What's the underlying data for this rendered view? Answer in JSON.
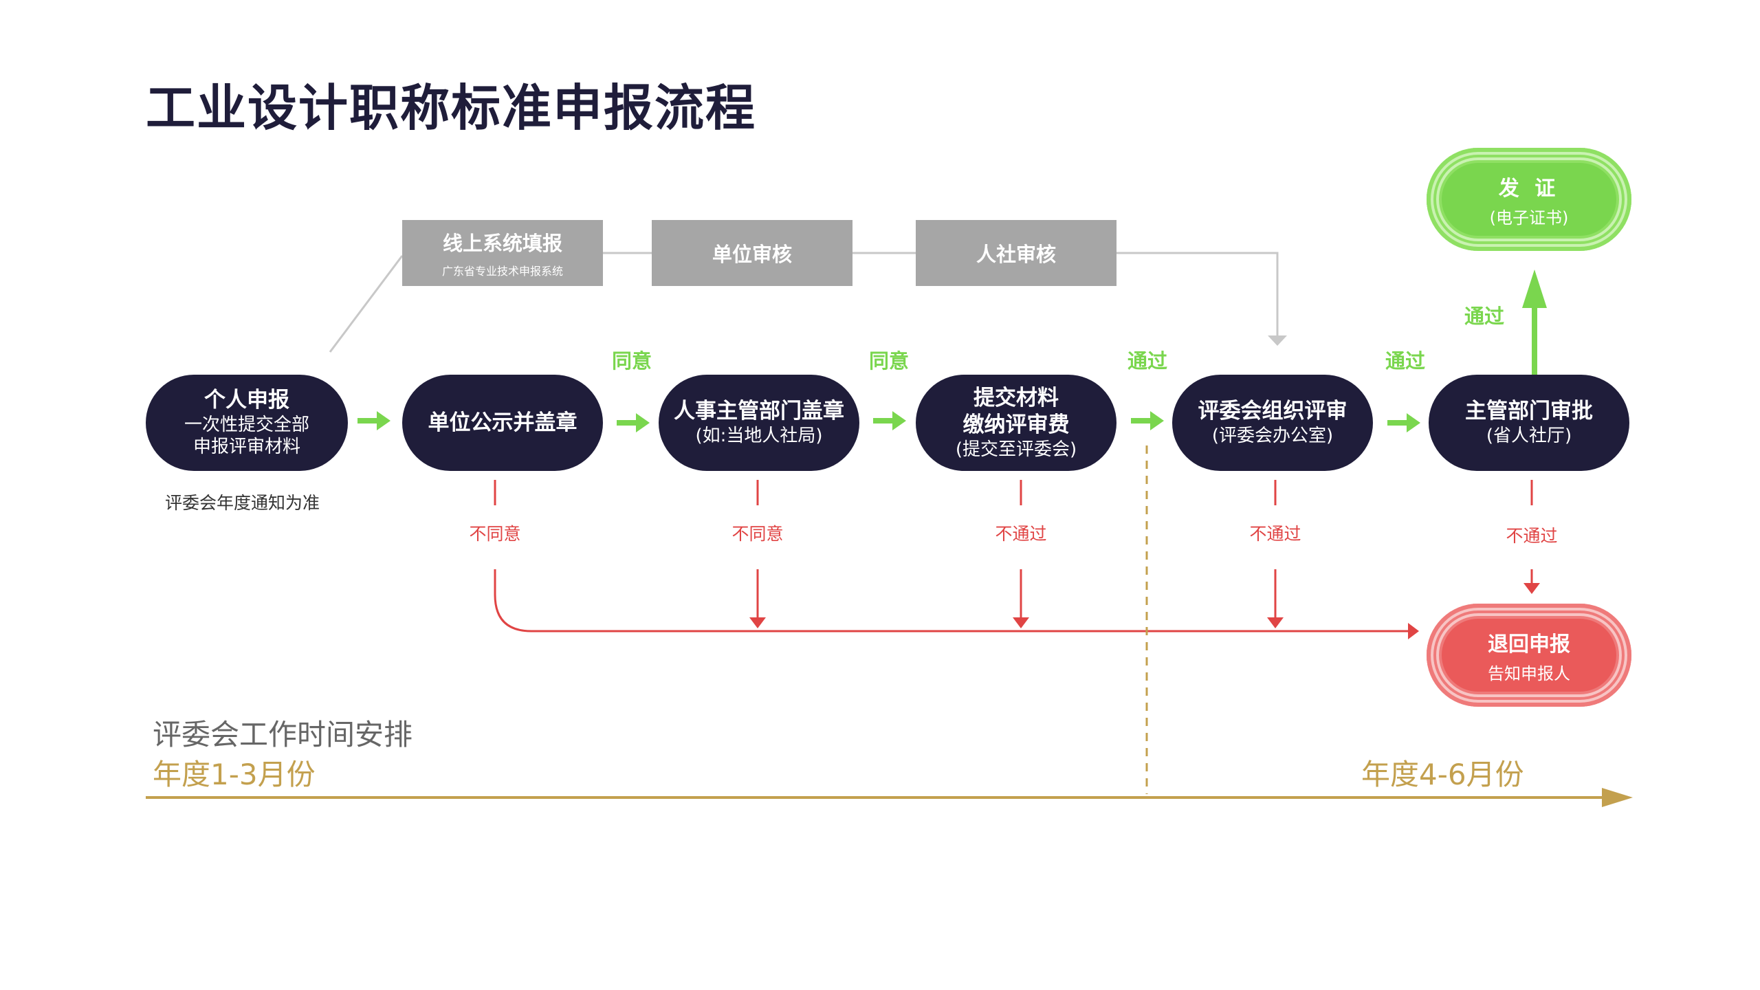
{
  "title": "工业设计职称标准申报流程",
  "online_steps": [
    {
      "label": "线上系统填报",
      "sub": "广东省专业技术申报系统"
    },
    {
      "label": "单位审核"
    },
    {
      "label": "人社审核"
    }
  ],
  "main_steps": [
    {
      "label": "个人申报",
      "sub1": "一次性提交全部",
      "sub2": "申报评审材料"
    },
    {
      "label": "单位公示并盖章"
    },
    {
      "label": "人事主管部门盖章",
      "sub1": "(如:当地人社局)"
    },
    {
      "label1": "提交材料",
      "label2": "缴纳评审费",
      "sub1": "(提交至评委会)"
    },
    {
      "label": "评委会组织评审",
      "sub1": "(评委会办公室)"
    },
    {
      "label": "主管部门审批",
      "sub1": "(省人社厅)"
    }
  ],
  "note_under_first": "评委会年度通知为准",
  "flow_labels": {
    "agree_1": "同意",
    "agree_2": "同意",
    "pass_1": "通过",
    "pass_2": "通过",
    "pass_up": "通过"
  },
  "reject_labels": [
    "不同意",
    "不同意",
    "不通过",
    "不通过",
    "不通过"
  ],
  "issue_cert": {
    "label": "发 证",
    "sub": "(电子证书)"
  },
  "return": {
    "label": "退回申报",
    "sub": "告知申报人"
  },
  "schedule": {
    "title": "评委会工作时间安排",
    "period_1": "年度1-3月份",
    "period_2": "年度4-6月份"
  },
  "colors": {
    "dark": "#1f1d3a",
    "gray": "#a6a6a6",
    "green": "#7ad64e",
    "red": "#e04444",
    "gold": "#c3a04e"
  }
}
